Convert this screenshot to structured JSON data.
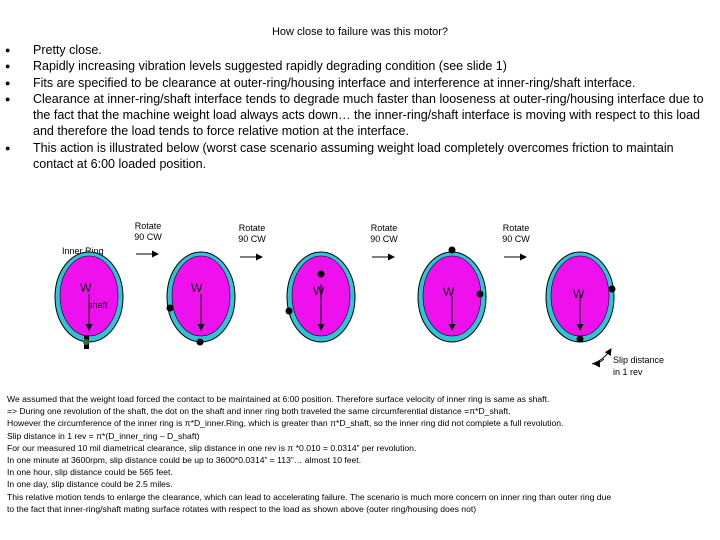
{
  "title": "How close to failure was this motor?",
  "bullets": [
    "Pretty close.",
    "Rapidly increasing vibration levels suggested rapidly degrading condition (see slide 1)",
    "Fits are specified to be clearance at outer-ring/housing interface and interference at inner-ring/shaft interface.",
    "Clearance at inner-ring/shaft interface tends to degrade much faster than looseness at outer-ring/housing interface due to the fact that the machine weight load always acts down… the inner-ring/shaft interface is moving with respect to this load and therefore the load tends to force relative motion at the interface.",
    "This action is illustrated below (worst case scenario assuming weight load completely overcomes friction to maintain contact at 6:00 loaded position."
  ],
  "diagram": {
    "rotate_labels": [
      {
        "line1": "Rotate",
        "line2": "90 CW"
      },
      {
        "line1": "Rotate",
        "line2": "90 CW"
      },
      {
        "line1": "Rotate",
        "line2": "90 CW"
      },
      {
        "line1": "Rotate",
        "line2": "90 CW"
      }
    ],
    "inner_ring_label": "Inner Ring",
    "shaft_label": "shaft",
    "weight_label": "W",
    "slip_label_line1": "Slip distance",
    "slip_label_line2": "in 1 rev",
    "colors": {
      "outer_ring": "#2ec4d6",
      "shaft": "#ee11ee",
      "outline": "#000000",
      "inner_ring_dot": "#1f7a3d"
    }
  },
  "notes": [
    "We assumed that the weight load forced the contact to be maintained at 6:00 position. Therefore surface velocity of inner ring is same as shaft.",
    "=> During one revolution of the shaft, the dot on the shaft and inner ring both traveled the same circumferential distance =π*D_shaft.",
    "However the circumference of the inner ring is π*D_inner.Ring, which is greater than π*D_shaft, so the inner ring did not complete a full revolution.",
    "Slip distance in 1 rev = π*(D_inner_ring – D_shaft)",
    "For our measured 10 mil diametrical clearance, slip distance in one rev is π *0.010 = 0.0314” per revolution.",
    "In one minute at 3600rpm, slip distance could be up to 3600*0.0314” = 113”… almost 10 feet.",
    "In one hour, slip distance could be 565 feet.",
    "In one day, slip distance could be 2.5 miles.",
    "This relative motion tends to enlarge the clearance, which can lead to accelerating failure. The scenario is much more concern on inner ring than outer ring due",
    "to the fact that inner-ring/shaft mating surface rotates with respect to the load as shown above (outer ring/housing does not)"
  ]
}
